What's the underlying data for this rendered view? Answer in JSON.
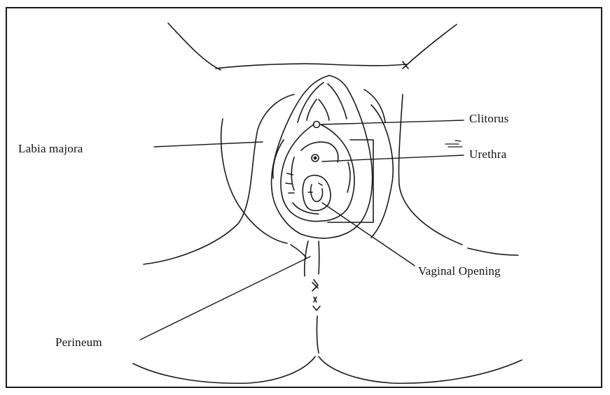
{
  "labels": {
    "labia_majora": "Labia majora",
    "clitorus": "Clitorus",
    "urethra": "Urethra",
    "vaginal_opening": "Vaginal Opening",
    "perineum": "Perineum"
  }
}
